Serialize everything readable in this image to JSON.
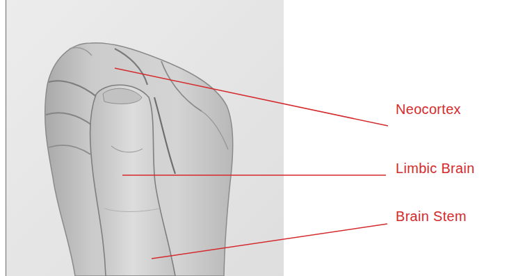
{
  "diagram": {
    "labels": [
      "Neocortex",
      "Limbic Brain",
      "Brain Stem"
    ]
  }
}
